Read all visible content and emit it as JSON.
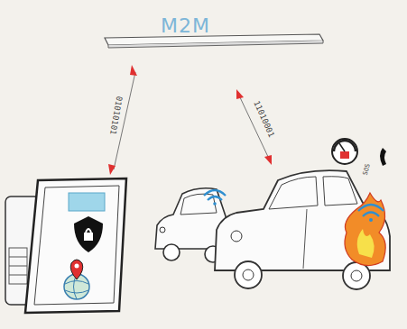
{
  "diagram": {
    "nodes": [
      {
        "text": [
          "M2M"
        ]
      }
    ],
    "labels": [
      "01010101",
      "11010001",
      "SOS"
    ]
  }
}
